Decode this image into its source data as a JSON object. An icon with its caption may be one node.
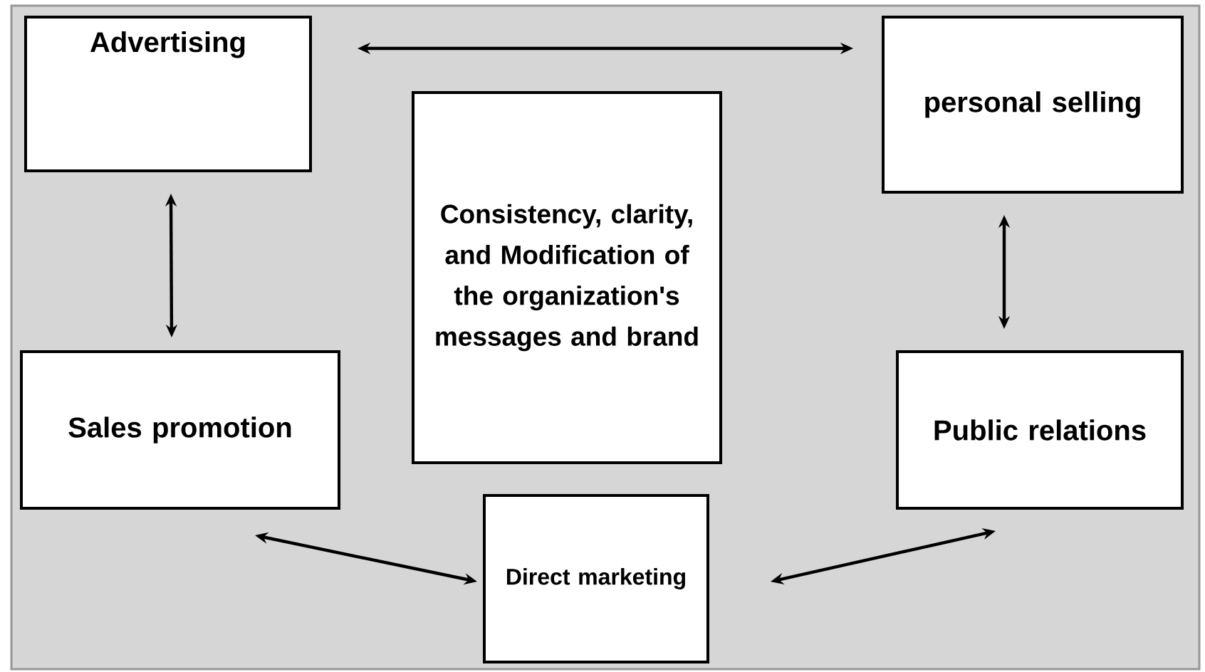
{
  "diagram": {
    "nodes": [
      {
        "text": [
          "Advertising"
        ]
      },
      {
        "text": [
          "Consistency, clarity, and Modification of the organization's messages and brand"
        ]
      },
      {
        "text": [
          "personal selling"
        ]
      },
      {
        "text": [
          "Sales promotion"
        ]
      },
      {
        "text": [
          "Public relations"
        ]
      },
      {
        "text": [
          "Direct marketing"
        ]
      }
    ],
    "edges": [
      {
        "from": 0,
        "to": 2,
        "arrow": "both"
      },
      {
        "from": 0,
        "to": 3,
        "arrow": "both"
      },
      {
        "from": 2,
        "to": 4,
        "arrow": "both"
      },
      {
        "from": 3,
        "to": 5,
        "arrow": "both"
      },
      {
        "from": 5,
        "to": 4,
        "arrow": "both"
      }
    ]
  }
}
